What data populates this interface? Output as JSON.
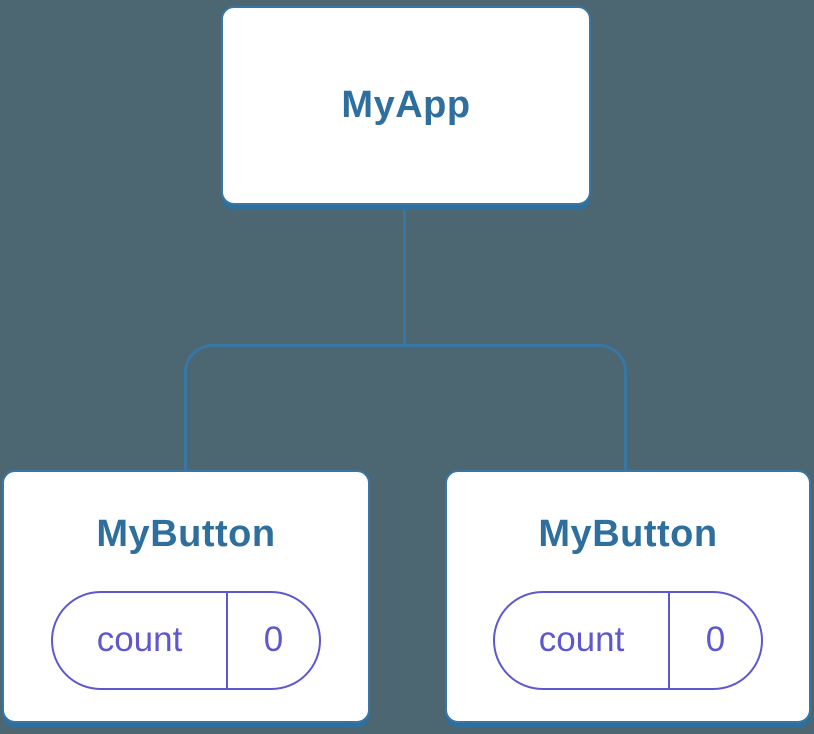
{
  "diagram": {
    "type": "component-tree",
    "colors": {
      "bg": "#4C6771",
      "line": "#3876A4",
      "shadow": "#2E6F9E",
      "node-text": "#2E6F9E",
      "state": "#5E58CE",
      "card-bg": "#FFFFFF"
    },
    "root": {
      "label": "MyApp"
    },
    "children": [
      {
        "label": "MyButton",
        "state": {
          "key": "count",
          "value": "0"
        }
      },
      {
        "label": "MyButton",
        "state": {
          "key": "count",
          "value": "0"
        }
      }
    ]
  }
}
